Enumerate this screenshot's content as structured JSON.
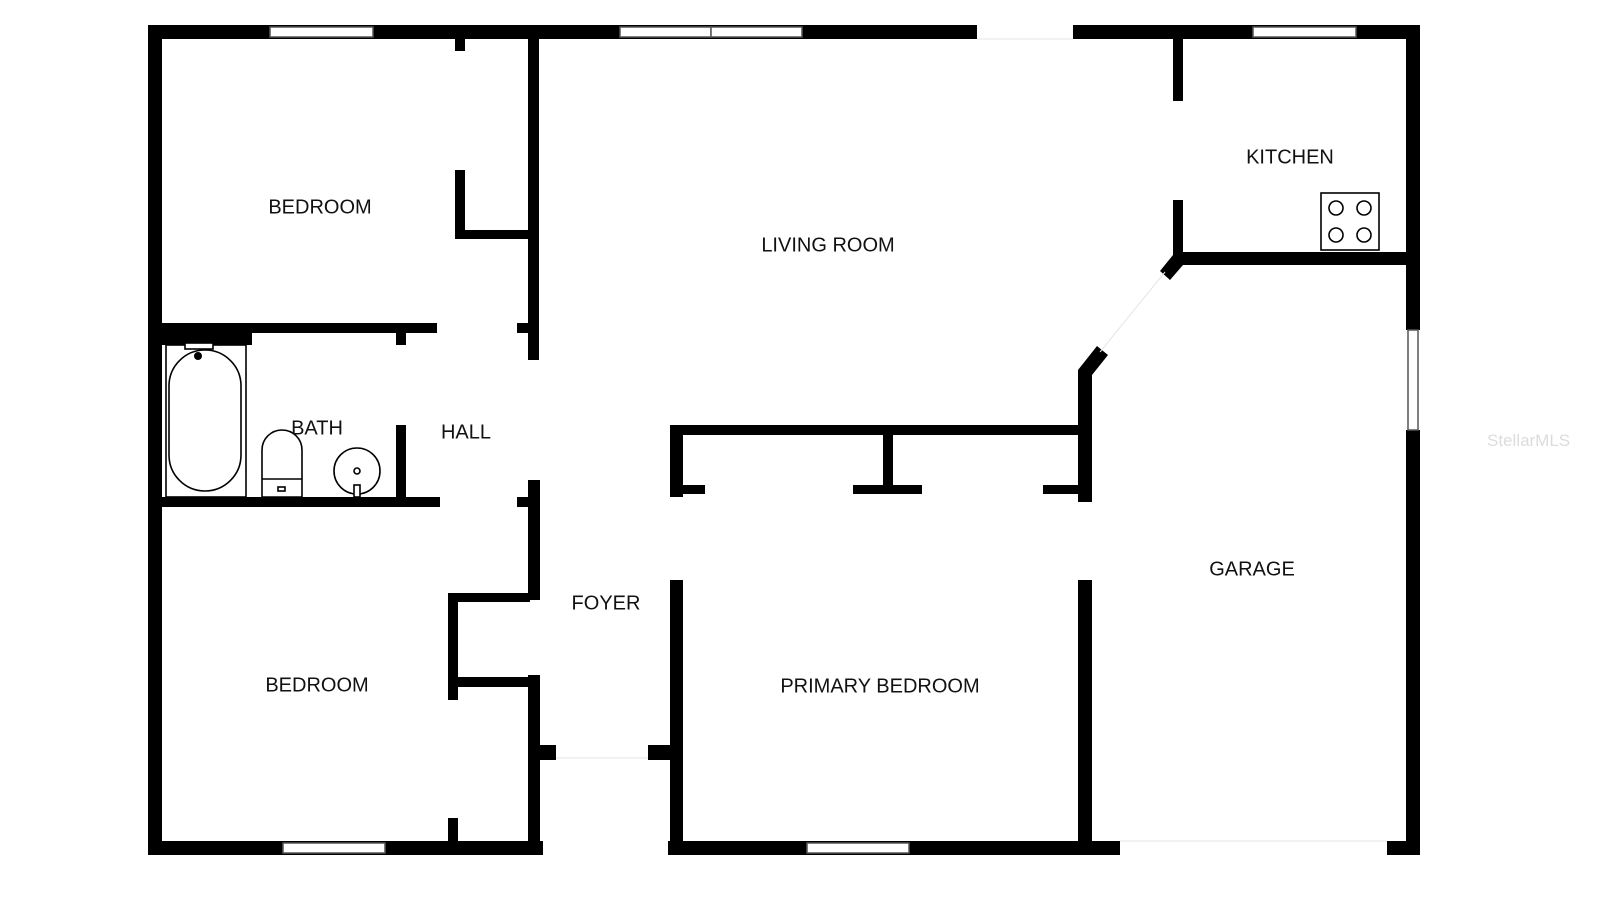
{
  "rooms": {
    "bedroom_1": "BEDROOM",
    "living_room": "LIVING ROOM",
    "kitchen": "KITCHEN",
    "bath": "BATH",
    "hall": "HALL",
    "foyer": "FOYER",
    "bedroom_2": "BEDROOM",
    "primary_bedroom": "PRIMARY BEDROOM",
    "garage": "GARAGE"
  },
  "watermark": "StellarMLS",
  "colors": {
    "wall": "#000000",
    "background": "#ffffff"
  }
}
